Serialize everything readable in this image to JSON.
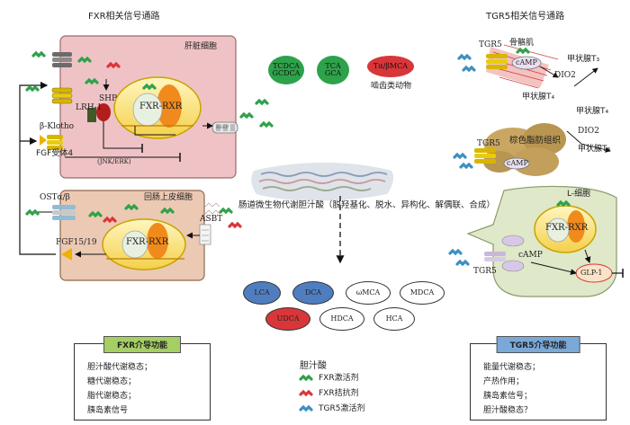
{
  "titles": {
    "fxr_pathway": "FXR相关信号通路",
    "tgr5_pathway": "TGR5相关信号通路"
  },
  "fxr_side": {
    "liver_cell": "肝脏细胞",
    "ileal_cell": "回肠上皮细胞",
    "lrh1": "LRH-1",
    "shp": "SHP",
    "fxr_rxr": "FXR-RXR",
    "beta_klotho": "β-Klotho",
    "fgf_receptor4": "FGF受体4",
    "jnk_erk": "(JNK/ERK)",
    "ost": "OSTα/β",
    "asbt": "ASBT",
    "fgf15_19": "FGF15/19",
    "bsep": "BSEP"
  },
  "center": {
    "primary_acids": [
      {
        "label": "TCDCA\nGCDCA",
        "color": "#2ea24a"
      },
      {
        "label": "TCA\nGCA",
        "color": "#2ea24a"
      },
      {
        "label": "Tα/βMCA",
        "color": "#d9363a"
      }
    ],
    "rodent_label": "啮齿类动物",
    "metabolism_label": "肠道微生物代谢胆汁酸（脱羟基化、脱水、异构化、解偶联、合成）",
    "secondary_acids": [
      {
        "label": "LCA",
        "color": "#4f7ec0"
      },
      {
        "label": "DCA",
        "color": "#4f7ec0"
      },
      {
        "label": "ωMCA",
        "color": "#ffffff"
      },
      {
        "label": "MDCA",
        "color": "#ffffff"
      },
      {
        "label": "UDCA",
        "color": "#d9363a"
      },
      {
        "label": "HDCA",
        "color": "#ffffff"
      },
      {
        "label": "HCA",
        "color": "#ffffff"
      }
    ]
  },
  "tgr5_side": {
    "tgr5": "TGR5",
    "skeletal_muscle": "骨骼肌",
    "camp": "cAMP",
    "dio2": "DIO2",
    "t3_top": "甲状腺T₃",
    "t4_mid": "甲状腺T₄",
    "t4_right": "甲状腺T₄",
    "brown_fat": "棕色脂肪组织",
    "t3_bottom": "甲状腺T₃",
    "l_cell": "L-细胞",
    "fxr_rxr": "FXR-RXR",
    "glp1": "GLP-1"
  },
  "fxr_functions": {
    "header": "FXR介导功能",
    "items": [
      "胆汁酸代谢稳态；",
      "糖代谢稳态；",
      "脂代谢稳态；",
      "胰岛素信号"
    ]
  },
  "tgr5_functions": {
    "header": "TGR5介导功能",
    "items": [
      "能量代谢稳态；",
      "产热作用；",
      "胰岛素信号；",
      "胆汁酸稳态？"
    ]
  },
  "legend": {
    "title": "胆汁酸",
    "items": [
      {
        "label": "FXR激活剂",
        "color": "#2ea24a"
      },
      {
        "label": "FXR拮抗剂",
        "color": "#d9363a"
      },
      {
        "label": "TGR5激活剂",
        "color": "#3d8fc0"
      }
    ]
  },
  "colors": {
    "liver_fill": "#efc3c6",
    "ileal_fill": "#ecc9b3",
    "l_cell_fill": "#dfe8c8",
    "fxr_header": "#a6cf63",
    "tgr5_header": "#7aa9d8"
  }
}
